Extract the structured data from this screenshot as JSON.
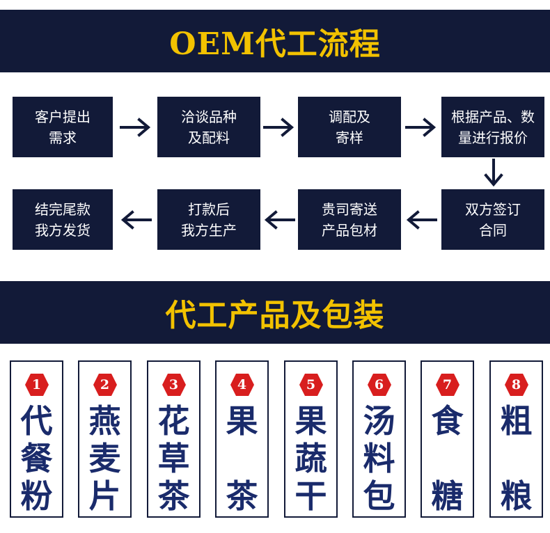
{
  "section_1": {
    "title": "OEM代工流程"
  },
  "process": {
    "steps": [
      {
        "label": "客户提出\n需求"
      },
      {
        "label": "洽谈品种\n及配料"
      },
      {
        "label": "调配及\n寄样"
      },
      {
        "label": "根据产品、数\n量进行报价"
      },
      {
        "label": "双方签订\n合同"
      },
      {
        "label": "贵司寄送\n产品包材"
      },
      {
        "label": "打款后\n我方生产"
      },
      {
        "label": "结完尾款\n我方发货"
      }
    ],
    "colors": {
      "box": "#121a38",
      "arrow": "#121a38",
      "text": "#ffffff"
    }
  },
  "section_2": {
    "title": "代工产品及包装"
  },
  "products": [
    {
      "num": "1",
      "chars": [
        "代",
        "餐",
        "粉"
      ]
    },
    {
      "num": "2",
      "chars": [
        "燕",
        "麦",
        "片"
      ]
    },
    {
      "num": "3",
      "chars": [
        "花",
        "草",
        "茶"
      ]
    },
    {
      "num": "4",
      "chars": [
        "果",
        "",
        "茶"
      ]
    },
    {
      "num": "5",
      "chars": [
        "果",
        "蔬",
        "干"
      ]
    },
    {
      "num": "6",
      "chars": [
        "汤",
        "料",
        "包"
      ]
    },
    {
      "num": "7",
      "chars": [
        "食",
        "",
        "糖"
      ]
    },
    {
      "num": "8",
      "chars": [
        "粗",
        "",
        "粮"
      ]
    }
  ],
  "colors": {
    "banner_bg": "#121a38",
    "banner_text": "#f2c200",
    "product_text": "#1a2b6b",
    "badge_red": "#d81e1e"
  }
}
